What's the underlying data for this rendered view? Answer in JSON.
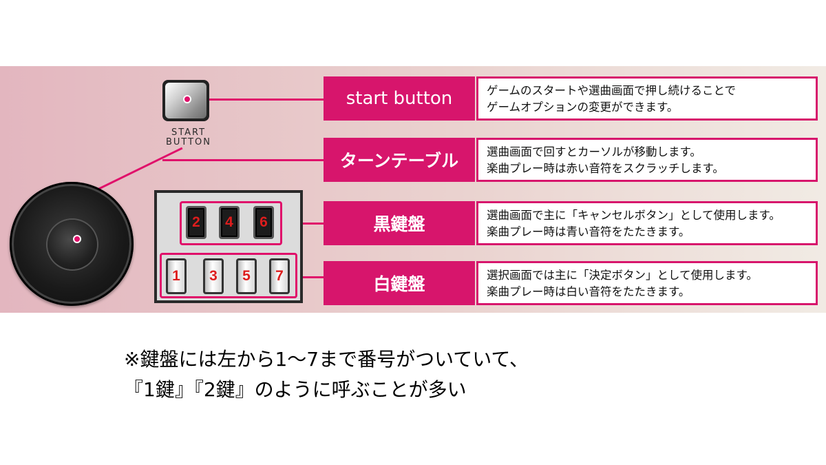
{
  "controller": {
    "start_button_label_line1": "START",
    "start_button_label_line2": "BUTTON",
    "black_keys": [
      "2",
      "4",
      "6"
    ],
    "white_keys": [
      "1",
      "3",
      "5",
      "7"
    ]
  },
  "rows": [
    {
      "label": "start button",
      "description": "ゲームのスタートや選曲画面で押し続けることで\nゲームオプションの変更ができます。"
    },
    {
      "label": "ターンテーブル",
      "description": "選曲画面で回すとカーソルが移動します。\n楽曲プレー時は赤い音符をスクラッチします。"
    },
    {
      "label": "黒鍵盤",
      "description": "選曲画面で主に「キャンセルボタン」として使用します。\n楽曲プレー時は青い音符をたたきます。"
    },
    {
      "label": "白鍵盤",
      "description": "選択画面では主に「決定ボタン」として使用します。\n楽曲プレー時は白い音符をたたきます。"
    }
  ],
  "caption": {
    "line1": "※鍵盤には左から1～7まで番号がついていて、",
    "line2": "『1鍵』『2鍵』のように呼ぶことが多い"
  },
  "colors": {
    "accent": "#d7156c",
    "key_number": "#dd1d1d"
  }
}
